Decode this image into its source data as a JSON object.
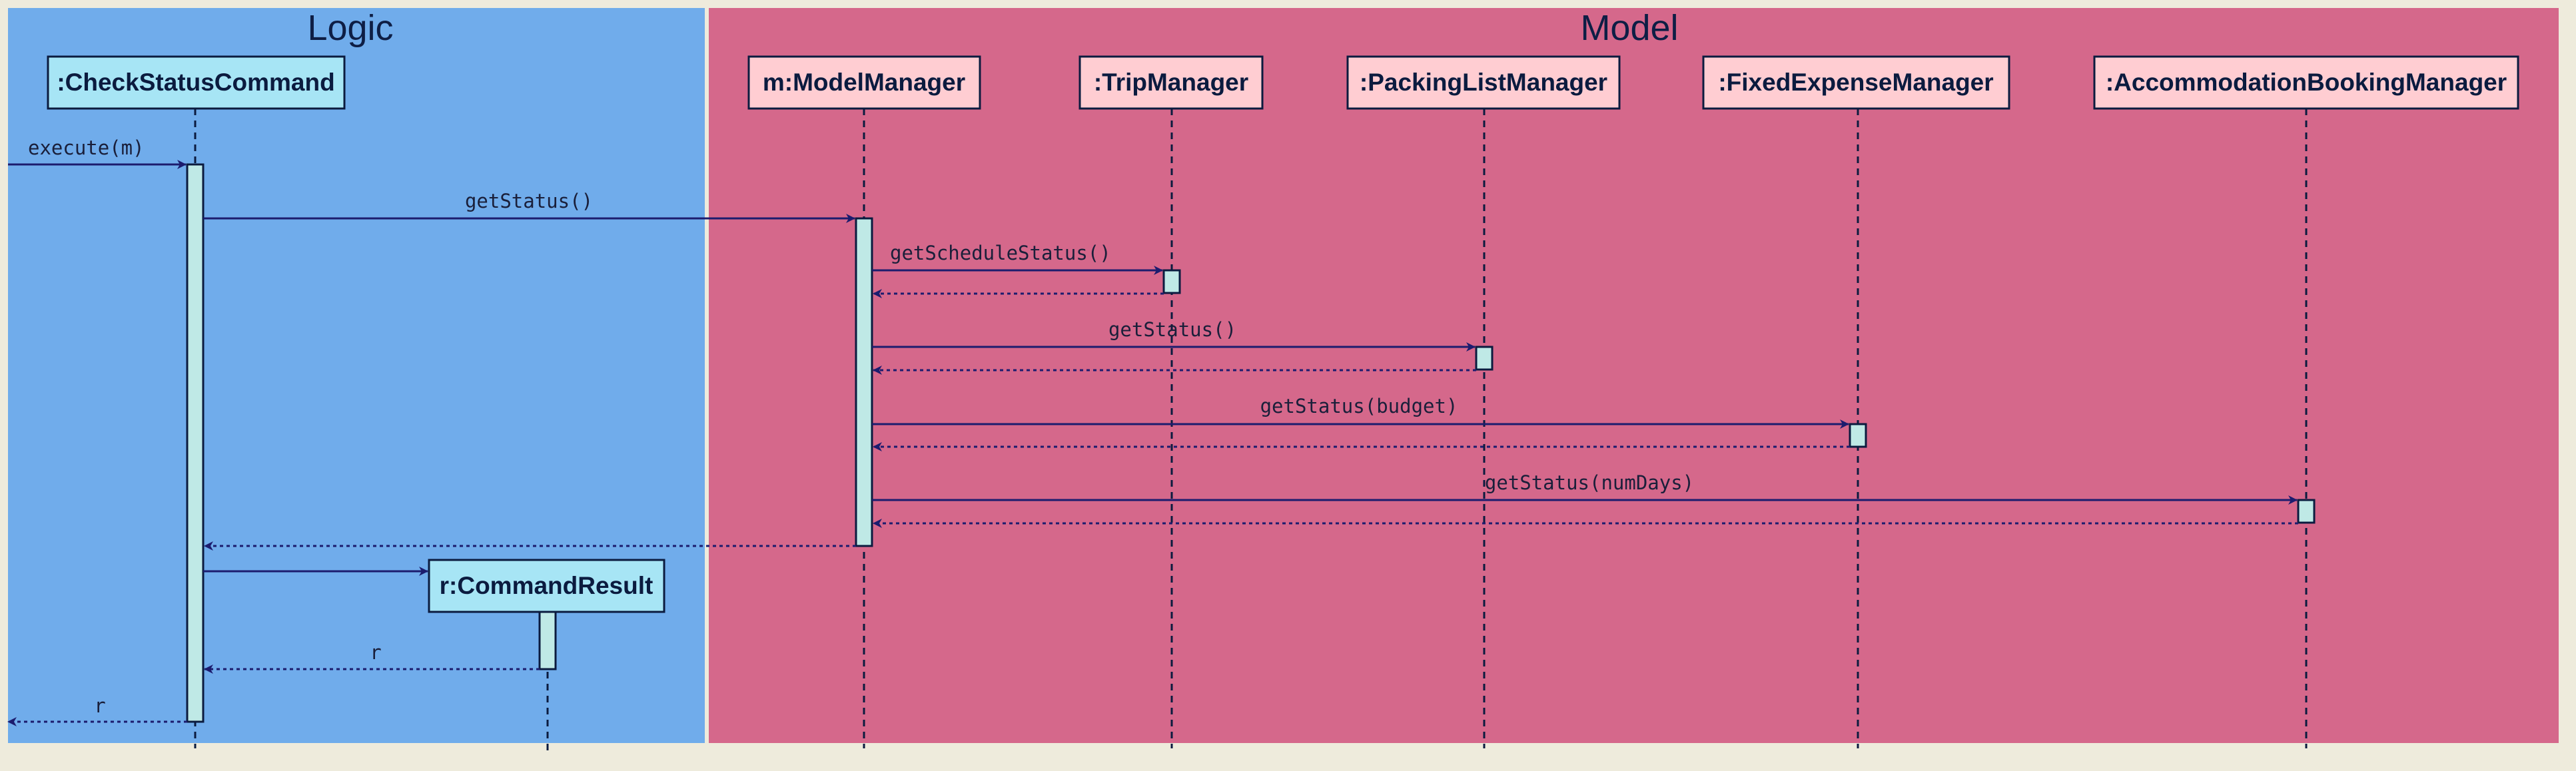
{
  "diagram": {
    "type": "sequence",
    "colors": {
      "background": "#EEEBDC",
      "logic_group": "#70ACEB",
      "model_group": "#D5688B",
      "participant_logic": "#A7E5F5",
      "participant_model": "#FFCDD2",
      "activation": "#BFE9E6",
      "arrow": "#1C1C6E",
      "border": "#0B1B3F"
    },
    "groups": [
      {
        "id": "logic",
        "title": "Logic"
      },
      {
        "id": "model",
        "title": "Model"
      }
    ],
    "participants": [
      {
        "id": "csc",
        "label": ":CheckStatusCommand",
        "group": "logic"
      },
      {
        "id": "cr",
        "label": "r:CommandResult",
        "group": "logic"
      },
      {
        "id": "mm",
        "label": "m:ModelManager",
        "group": "model"
      },
      {
        "id": "tm",
        "label": ":TripManager",
        "group": "model"
      },
      {
        "id": "plm",
        "label": ":PackingListManager",
        "group": "model"
      },
      {
        "id": "fem",
        "label": ":FixedExpenseManager",
        "group": "model"
      },
      {
        "id": "abm",
        "label": ":AccommodationBookingManager",
        "group": "model"
      }
    ],
    "messages": [
      {
        "id": "m1",
        "from": "external",
        "to": "csc",
        "label": "execute(m)",
        "style": "sync"
      },
      {
        "id": "m2",
        "from": "csc",
        "to": "mm",
        "label": "getStatus()",
        "style": "sync"
      },
      {
        "id": "m3",
        "from": "mm",
        "to": "tm",
        "label": "getScheduleStatus()",
        "style": "sync"
      },
      {
        "id": "m4",
        "from": "tm",
        "to": "mm",
        "label": "",
        "style": "return"
      },
      {
        "id": "m5",
        "from": "mm",
        "to": "plm",
        "label": "getStatus()",
        "style": "sync"
      },
      {
        "id": "m6",
        "from": "plm",
        "to": "mm",
        "label": "",
        "style": "return"
      },
      {
        "id": "m7",
        "from": "mm",
        "to": "fem",
        "label": "getStatus(budget)",
        "style": "sync"
      },
      {
        "id": "m8",
        "from": "fem",
        "to": "mm",
        "label": "",
        "style": "return"
      },
      {
        "id": "m9",
        "from": "mm",
        "to": "abm",
        "label": "getStatus(numDays)",
        "style": "sync"
      },
      {
        "id": "m10",
        "from": "abm",
        "to": "mm",
        "label": "",
        "style": "return"
      },
      {
        "id": "m11",
        "from": "mm",
        "to": "csc",
        "label": "",
        "style": "return"
      },
      {
        "id": "m12",
        "from": "csc",
        "to": "cr",
        "label": "",
        "style": "create"
      },
      {
        "id": "m13",
        "from": "cr",
        "to": "csc",
        "label": "r",
        "style": "return"
      },
      {
        "id": "m14",
        "from": "csc",
        "to": "external",
        "label": "r",
        "style": "return"
      }
    ]
  }
}
